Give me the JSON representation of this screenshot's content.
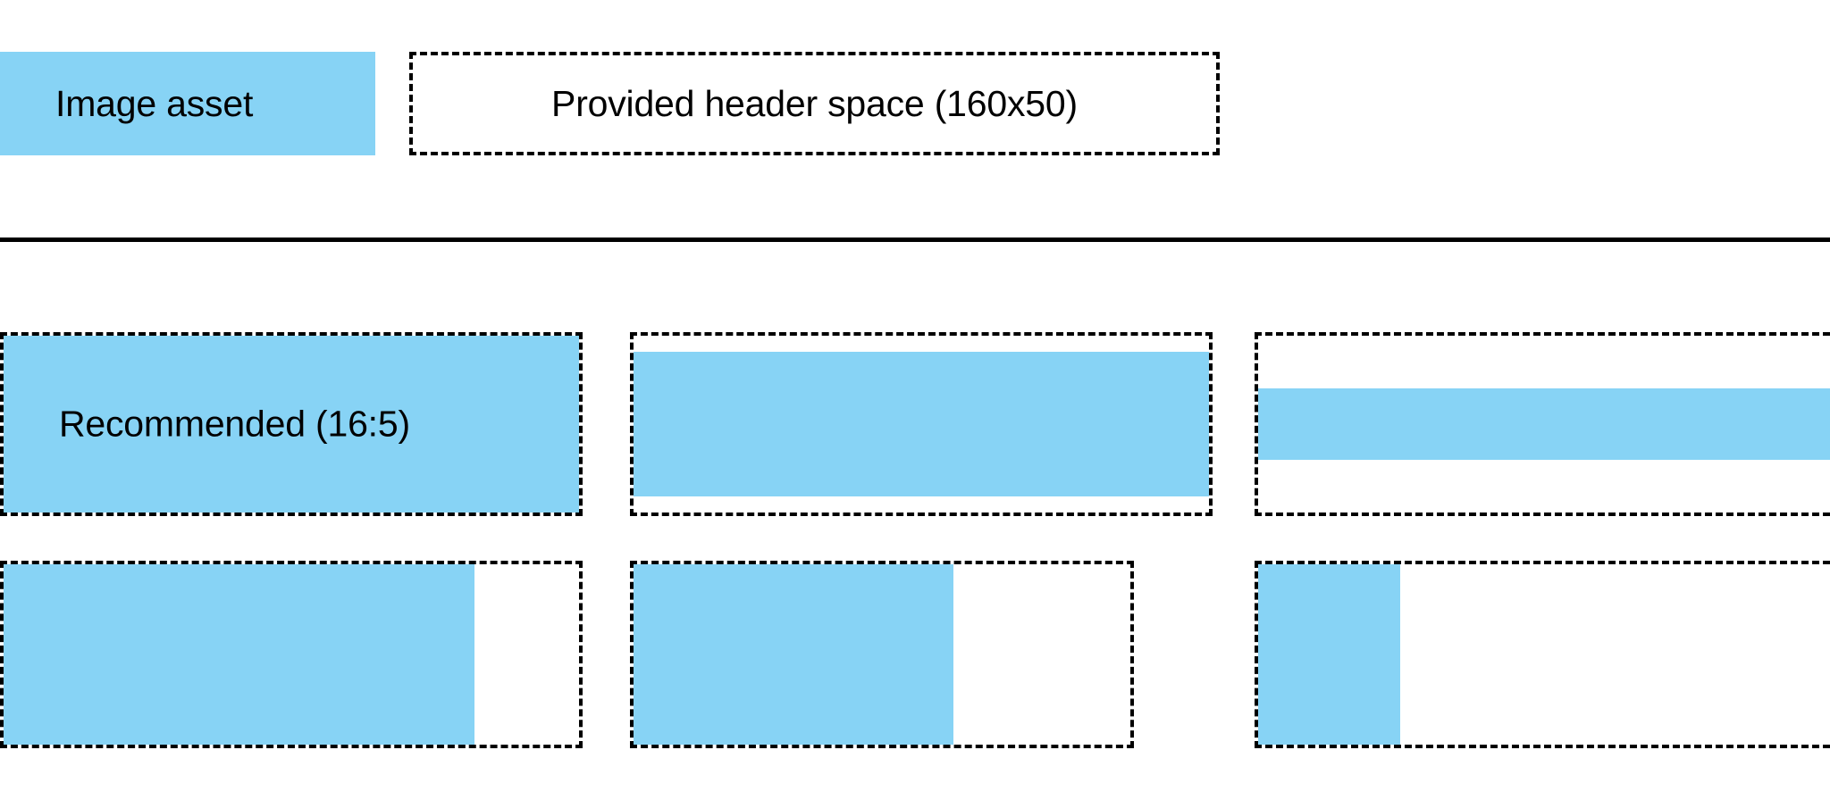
{
  "legend": {
    "swatch_label": "Image asset",
    "header_space_label": "Provided header space (160x50)"
  },
  "colors": {
    "asset_blue": "#87D3F5",
    "outline": "#000000",
    "background": "#ffffff"
  },
  "samples": {
    "row_one": [
      {
        "id": "recommended",
        "label": "Recommended (16:5)",
        "fill": "full"
      },
      {
        "id": "inset-vertical",
        "label": "",
        "fill": "inset-vertical"
      },
      {
        "id": "thin-band",
        "label": "",
        "fill": "center-band"
      }
    ],
    "row_two": [
      {
        "id": "wide-partial",
        "label": "",
        "fill": "left-81"
      },
      {
        "id": "medium-partial",
        "label": "",
        "fill": "left-64"
      },
      {
        "id": "narrow-partial",
        "label": "",
        "fill": "left-25"
      }
    ]
  }
}
